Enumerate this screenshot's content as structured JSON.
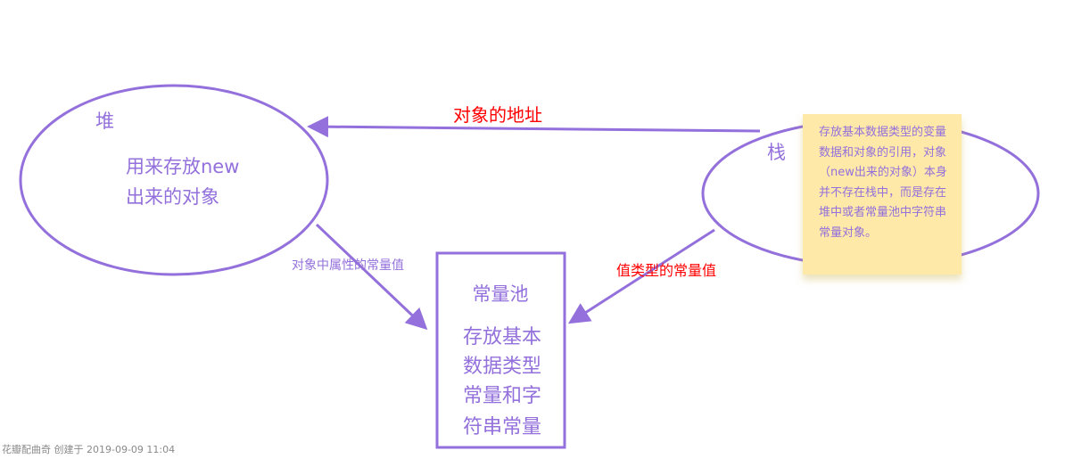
{
  "heap": {
    "title": "堆",
    "desc_line1": "用来存放new",
    "desc_line2": "出来的对象"
  },
  "stack": {
    "title": "栈"
  },
  "pool": {
    "title": "常量池",
    "desc_line1": "存放基本",
    "desc_line2": "数据类型",
    "desc_line3": "常量和字",
    "desc_line4": "符串常量"
  },
  "edges": {
    "stack_to_heap": "对象的地址",
    "heap_to_pool": "对象中属性的常量值",
    "stack_to_pool": "值类型的常量值"
  },
  "note": {
    "text": "存放基本数据类型的变量数据和对象的引用，对象（new出来的对象）本身并不存在栈中，而是存在堆中或者常量池中字符串常量对象。"
  },
  "footer": {
    "text": "花瓣配曲奇 创建于 2019-09-09 11:04"
  },
  "colors": {
    "shape_stroke": "#9370db",
    "label_red": "#ff0000",
    "note_bg": "#fee9a9"
  }
}
